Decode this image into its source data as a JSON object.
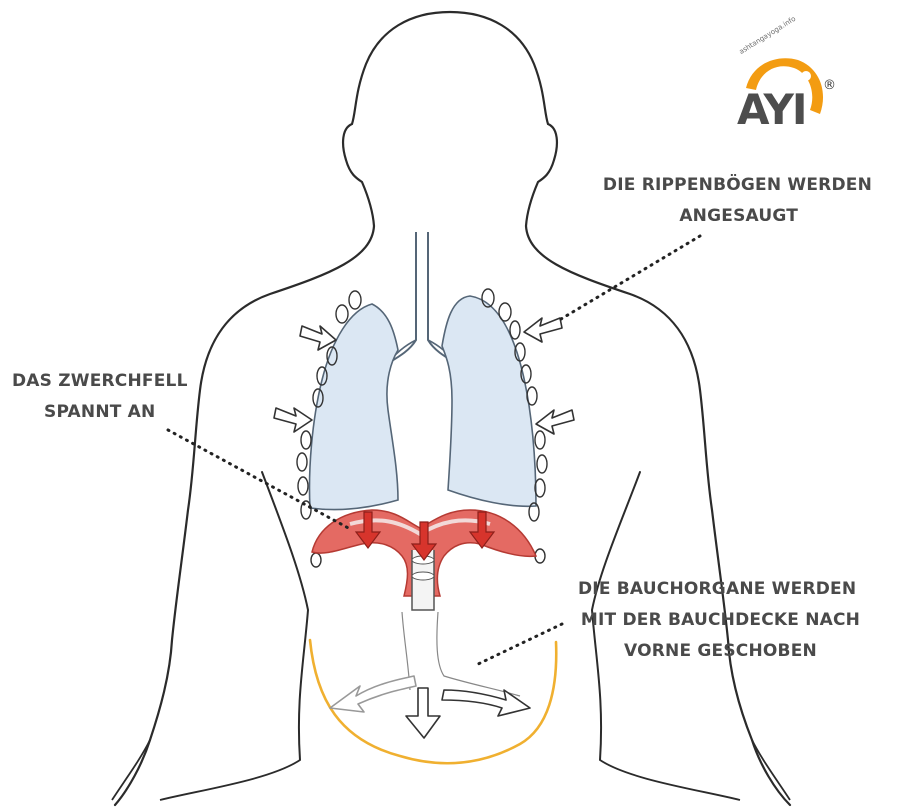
{
  "labels": {
    "rippen": [
      "DIE RIPPENBÖGEN WERDEN",
      "ANGESAUGT"
    ],
    "zwerchfell": [
      "DAS ZWERCHFELL",
      "SPANNT AN"
    ],
    "bauch": [
      "DIE BAUCHORGANE WERDEN",
      "MIT DER BAUCHDECKE NACH",
      "VORNE GESCHOBEN"
    ]
  },
  "logo": {
    "letters": "AYI",
    "url": "ashtangayoga.info",
    "registered": "®"
  },
  "colors": {
    "outline": "#2b2b2b",
    "lung_fill": "#dbe7f3",
    "diaphragm": "#d9534f",
    "diaphragm_dark": "#c0392b",
    "belly_arc": "#f0b030",
    "logo_orange": "#f39c12",
    "text": "#4a4a4a"
  }
}
